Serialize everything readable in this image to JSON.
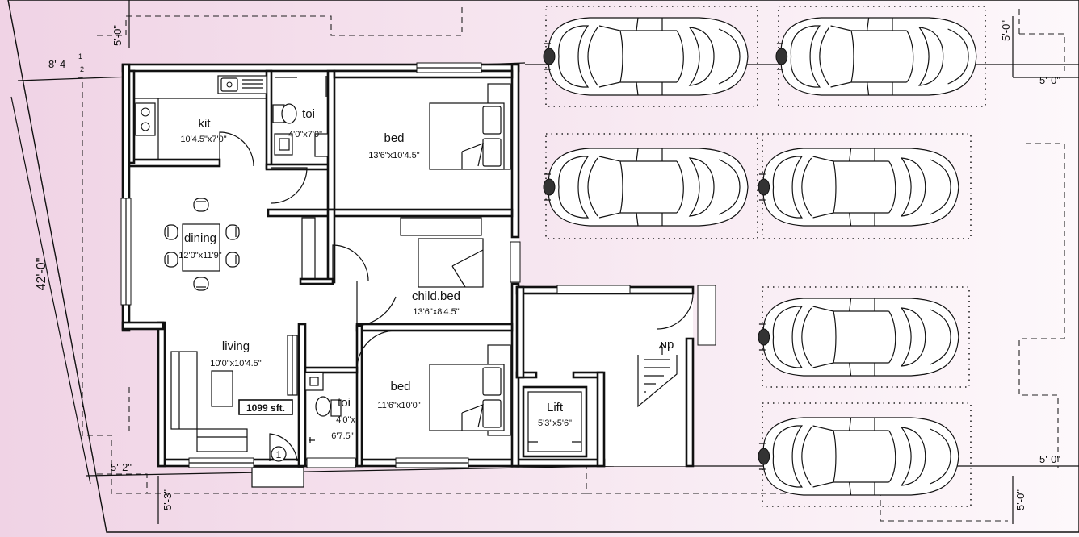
{
  "colors": {
    "background_left": "#f2d6e8",
    "background_right": "#fdf7fb",
    "ink": "#111111"
  },
  "rooms": {
    "kit": {
      "name": "kit",
      "size": "10'4.5\"x7'0\""
    },
    "toi_top": {
      "name": "toi",
      "size": "4'0\"x7'0\""
    },
    "bed_top": {
      "name": "bed",
      "size": "13'6\"x10'4.5\""
    },
    "dining": {
      "name": "dining",
      "size": "12'0\"x11'9\""
    },
    "child_bed": {
      "name": "child.bed",
      "size": "13'6\"x8'4.5\""
    },
    "living": {
      "name": "living",
      "size": "10'0\"x10'4.5\""
    },
    "toi_bottom": {
      "name": "toi",
      "size_line1": "4'0\"x",
      "size_line2": "6'7.5\""
    },
    "bed_bottom": {
      "name": "bed",
      "size": "11'6\"x10'0\""
    },
    "lift": {
      "name": "Lift",
      "size": "5'3\"x5'6\""
    }
  },
  "area_badge": "1099 sft.",
  "stair_label": "up",
  "unit_marker": "1",
  "dimensions": {
    "top_left": "5'-0\"",
    "top_right": "5'-0\"",
    "right_top": "5'-0\"",
    "diag_left_a": "8'-4",
    "diag_left_b": "1",
    "diag_left_c": "2",
    "left_side": "42'-0\"",
    "bottom_left": "5'-2\"",
    "bottom_left_vertical": "5'-3\"",
    "right_bottom": "5'-0\"",
    "bottom_right": "5'-0\""
  },
  "parking_spots": 6
}
